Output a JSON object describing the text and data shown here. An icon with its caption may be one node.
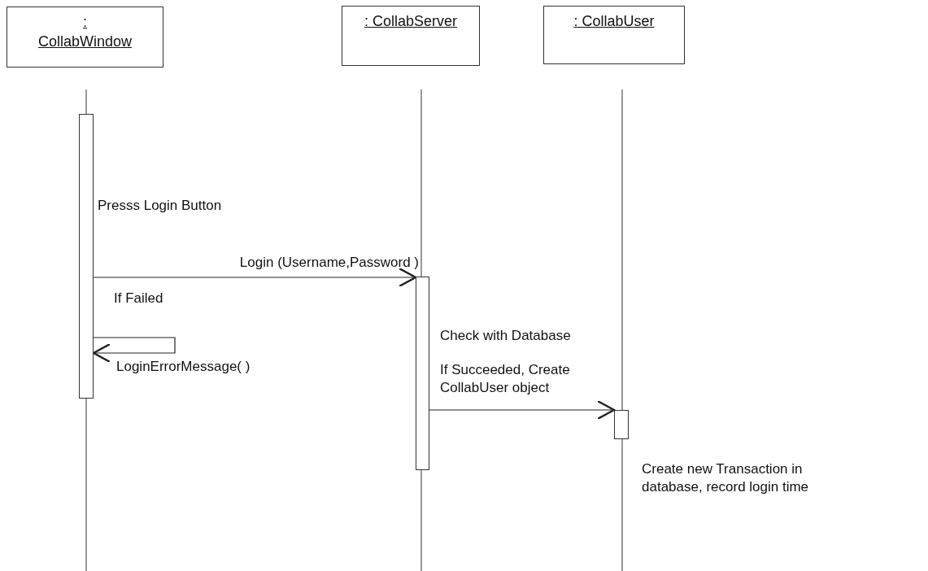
{
  "diagram": {
    "nodes": [
      {
        "text": [
          ": CollabWindow"
        ]
      },
      {
        "text": [
          ": CollabServer"
        ]
      },
      {
        "text": [
          ": CollabUser"
        ]
      },
      {
        "text": [],
        "shape": "bar"
      },
      {
        "text": [],
        "shape": "bar"
      },
      {
        "text": [],
        "shape": "bar",
        "beside": [
          "Create new Transaction in database, record login time"
        ]
      }
    ],
    "edges": [
      {
        "from": 3,
        "to": 4,
        "arrow": "to",
        "label": "Login (Username,Password )"
      },
      {
        "from": 3,
        "to": 3,
        "arrow": "to",
        "label": "LoginErrorMessage( )"
      },
      {
        "from": 4,
        "to": 5,
        "arrow": "to",
        "label": "If Succeeded, Create CollabUser object"
      }
    ],
    "labels": [
      "Presss Login Button",
      "If Failed",
      "Check with Database"
    ]
  }
}
